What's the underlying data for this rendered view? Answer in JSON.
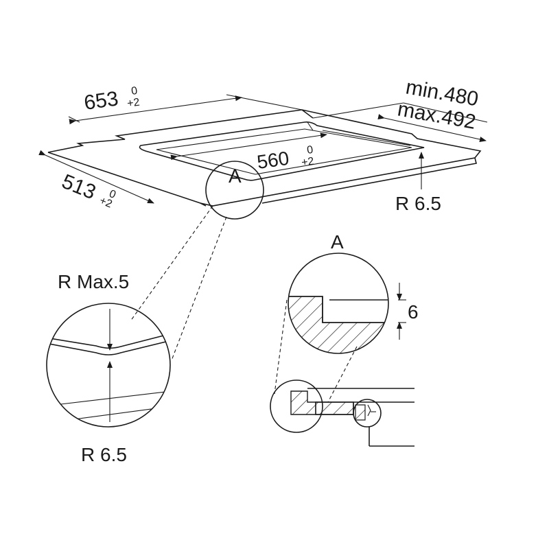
{
  "dims": {
    "w653": "653",
    "w653_tol_top": "0",
    "w653_tol_bot": "+2",
    "w513": "513",
    "w513_tol_top": "0",
    "w513_tol_bot": "+2",
    "w560": "560",
    "w560_tol_top": "0",
    "w560_tol_bot": "+2",
    "min480": "min.480",
    "max492": "max.492",
    "r65_top": "R 6.5",
    "r_max5": "R Max.5",
    "r65_bottom": "R 6.5",
    "six": "6"
  },
  "details": {
    "a_main": "A",
    "a_detail": "A"
  }
}
